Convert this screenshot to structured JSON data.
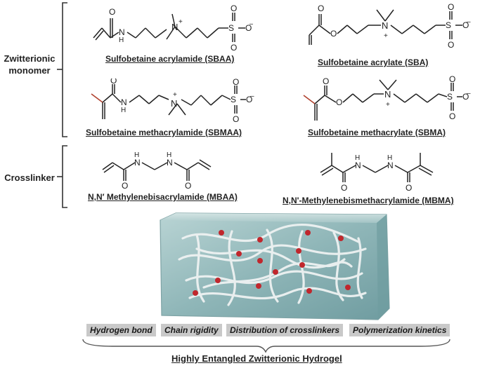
{
  "groups": {
    "zwitterionic": "Zwitterionic monomer",
    "crosslinker": "Crosslinker"
  },
  "monomers": [
    {
      "name": "Sulfobetaine acrylamide (SBAA)"
    },
    {
      "name": "Sulfobetaine acrylate (SBA)"
    },
    {
      "name": "Sulfobetaine methacrylamide (SBMAA)"
    },
    {
      "name": "Sulfobetaine methacrylate (SBMA)"
    }
  ],
  "crosslinkers": [
    {
      "name": "N,N′ Methylenebisacrylamide (MBAA)"
    },
    {
      "name": "N,N'-Methylenebismethacrylamide (MBMA)"
    }
  ],
  "atoms": {
    "O": "O",
    "N": "N",
    "NH": "H",
    "S": "S",
    "plus": "+",
    "minus": "–"
  },
  "factors": [
    "Hydrogen bond",
    "Chain rigidity",
    "Distribution of crosslinkers",
    "Polymerization kinetics"
  ],
  "hydrogel_title": "Highly Entangled Zwitterionic Hydrogel",
  "colors": {
    "methyl_accent": "#b0412e",
    "hydrogel_glass": "#8fb6b8",
    "crosslink_point": "#c0272d",
    "tag_bg": "#c9c9c9"
  }
}
